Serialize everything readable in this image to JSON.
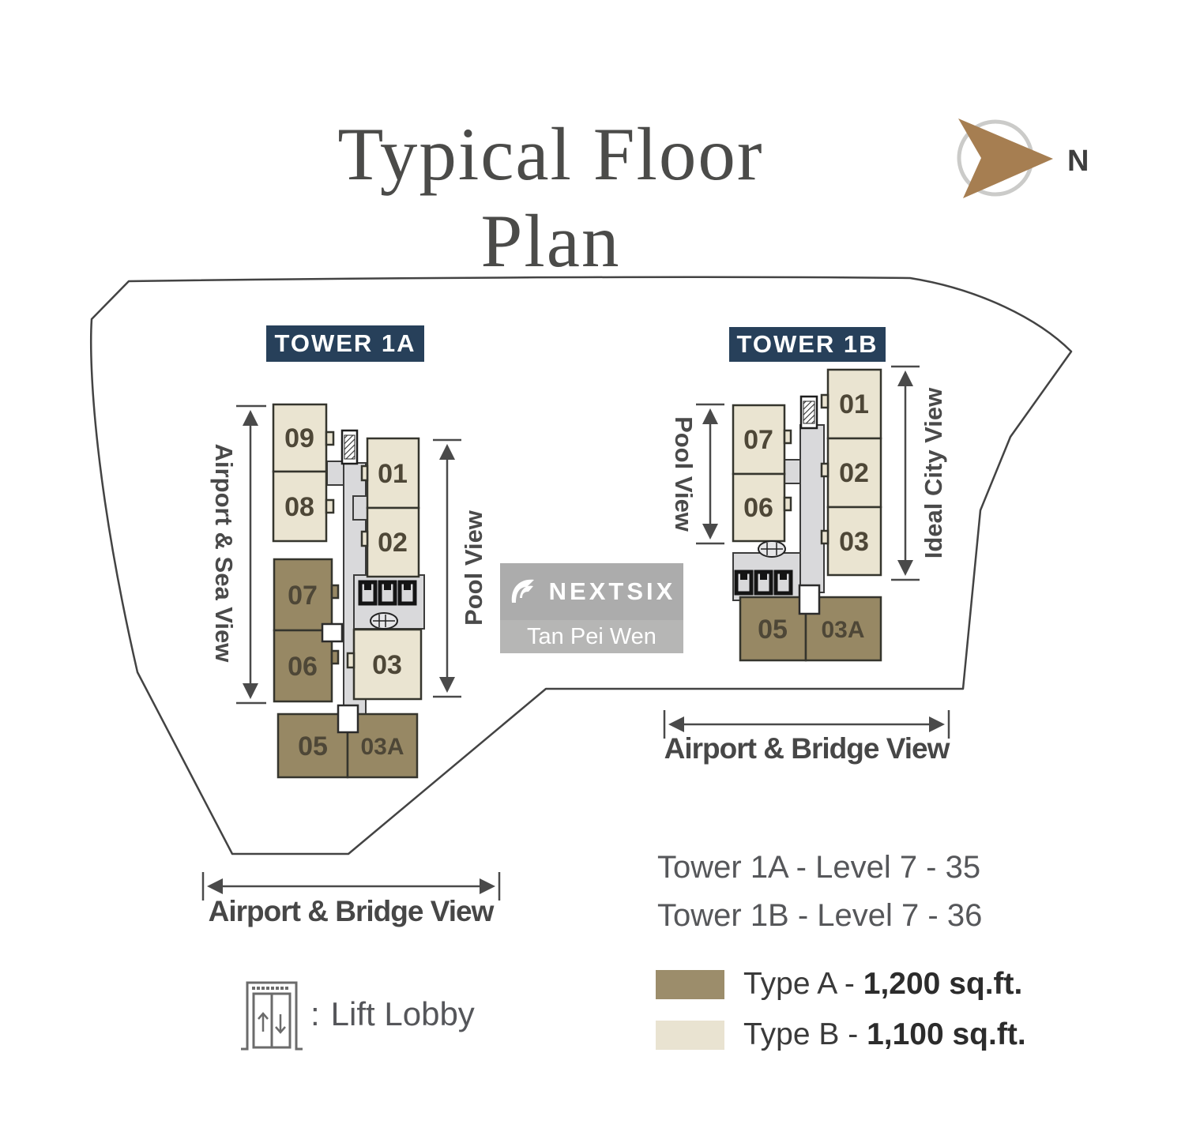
{
  "title": "Typical Floor Plan",
  "compass": {
    "label": "N"
  },
  "tower_1a": {
    "label": "TOWER 1A",
    "units": [
      {
        "no": "09",
        "type": "B"
      },
      {
        "no": "08",
        "type": "B"
      },
      {
        "no": "01",
        "type": "B"
      },
      {
        "no": "02",
        "type": "B"
      },
      {
        "no": "07",
        "type": "A"
      },
      {
        "no": "06",
        "type": "A"
      },
      {
        "no": "03",
        "type": "B"
      },
      {
        "no": "05",
        "type": "A"
      },
      {
        "no": "03A",
        "type": "A"
      }
    ]
  },
  "tower_1b": {
    "label": "TOWER 1B",
    "units": [
      {
        "no": "07",
        "type": "B"
      },
      {
        "no": "06",
        "type": "B"
      },
      {
        "no": "01",
        "type": "B"
      },
      {
        "no": "02",
        "type": "B"
      },
      {
        "no": "03",
        "type": "B"
      },
      {
        "no": "05",
        "type": "A"
      },
      {
        "no": "03A",
        "type": "A"
      }
    ]
  },
  "views": {
    "t1a_left": "Airport & Sea View",
    "t1a_right": "Pool View",
    "t1a_bottom": "Airport & Bridge View",
    "t1b_left": "Pool View",
    "t1b_right": "Ideal City View",
    "t1b_bottom": "Airport & Bridge View"
  },
  "levels": [
    "Tower 1A - Level 7 - 35",
    "Tower 1B - Level 7 - 36"
  ],
  "legend": [
    {
      "label": "Type A - ",
      "value": "1,200 sq.ft.",
      "color": "#9c8d6b"
    },
    {
      "label": "Type B - ",
      "value": "1,100 sq.ft.",
      "color": "#e9e3d1"
    }
  ],
  "lift_lobby": {
    "colon": ":",
    "label": "Lift Lobby"
  },
  "watermark": {
    "brand": "NEXTSIX",
    "agent": "Tan Pei Wen"
  },
  "colors": {
    "type_a": "#978864",
    "type_b": "#eae4d1",
    "tower_label_bg": "#27405a",
    "compass_arrow": "#a67e51",
    "boundary": "#434343"
  }
}
